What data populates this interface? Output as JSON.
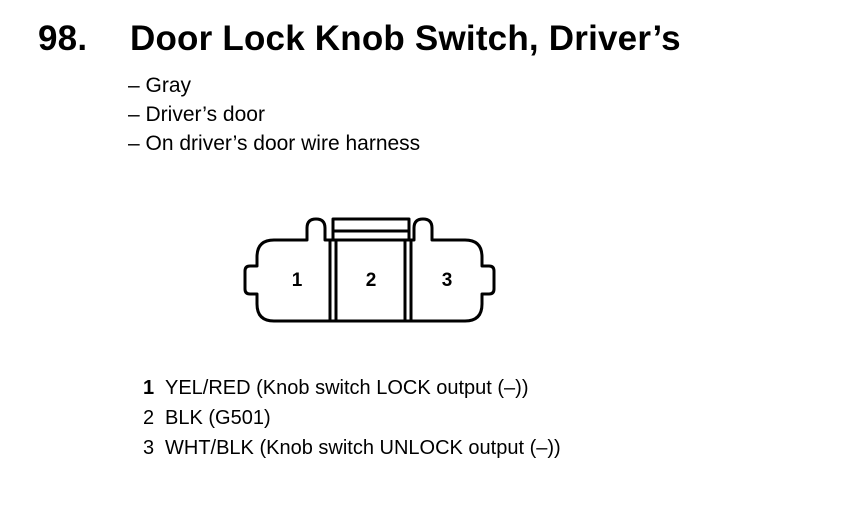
{
  "title": {
    "number": "98.",
    "text": "Door Lock Knob Switch, Driver’s"
  },
  "notes": [
    "– Gray",
    "– Driver’s door",
    "– On driver’s door wire harness"
  ],
  "connector": {
    "cavities": [
      "1",
      "2",
      "3"
    ]
  },
  "pins": [
    {
      "number": "1",
      "description": "YEL/RED (Knob switch LOCK output (–))"
    },
    {
      "number": "2",
      "description": "BLK (G501)"
    },
    {
      "number": "3",
      "description": "WHT/BLK (Knob switch UNLOCK output (–))"
    }
  ]
}
